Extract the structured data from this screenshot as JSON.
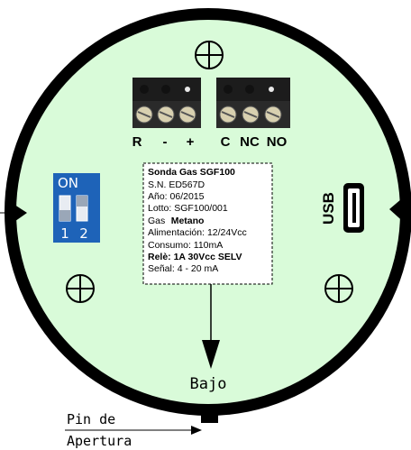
{
  "board": {
    "fill_color": "#d9fbd9",
    "ring_color": "#000000"
  },
  "terminal_left": {
    "labels": [
      "R",
      "-",
      "+"
    ]
  },
  "terminal_right": {
    "labels": [
      "C",
      "NC",
      "NO"
    ]
  },
  "dip_switch": {
    "on_label": "ON",
    "pos1": "1",
    "pos2": "2",
    "color": "#1e63b8"
  },
  "usb": {
    "label": "USB"
  },
  "info_label": {
    "title": "Sonda Gas SGF100",
    "serial": "S.N. ED567D",
    "year": "Año: 06/2015",
    "lot": "Lotto: SGF100/001",
    "gas_prefix": "Gas",
    "gas_value": "Metano",
    "power": "Alimentación: 12/24Vcc",
    "consumption": "Consumo: 110mA",
    "relay": "Relè: 1A 30Vcc SELV",
    "signal": "Señal: 4 - 20 mA"
  },
  "orientation": {
    "bottom_label": "Bajo"
  },
  "pin": {
    "line1": "Pin de",
    "line2": "Apertura"
  }
}
